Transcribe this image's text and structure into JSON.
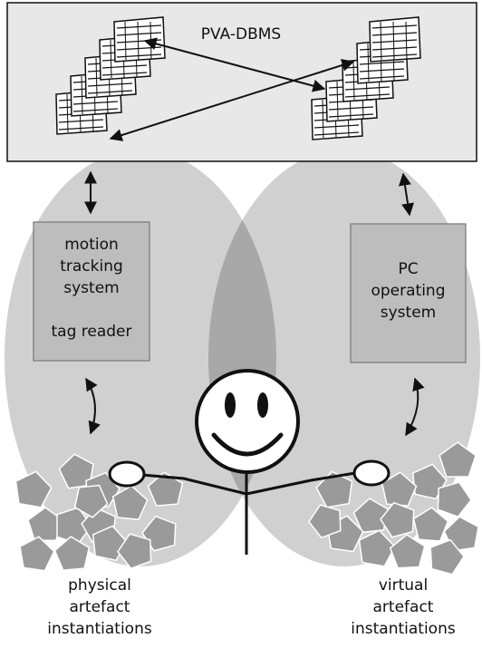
{
  "database": {
    "title": "PVA-DBMS"
  },
  "left_box": {
    "lines": [
      "motion",
      "tracking",
      "system",
      "",
      "tag reader"
    ]
  },
  "right_box": {
    "lines": [
      "PC",
      "operating",
      "system"
    ]
  },
  "left_caption": {
    "lines": [
      "physical",
      "artefact",
      "instantiations"
    ]
  },
  "right_caption": {
    "lines": [
      "virtual",
      "artefact",
      "instantiations"
    ]
  },
  "colors": {
    "database_fill": "#e8e8e8",
    "ellipse_light": "#d0d0d0",
    "ellipse_dark": "#a8a8a8",
    "box_fill": "#bdbdbd",
    "pentagon_fill": "#9a9a9a",
    "stroke": "#111111"
  }
}
